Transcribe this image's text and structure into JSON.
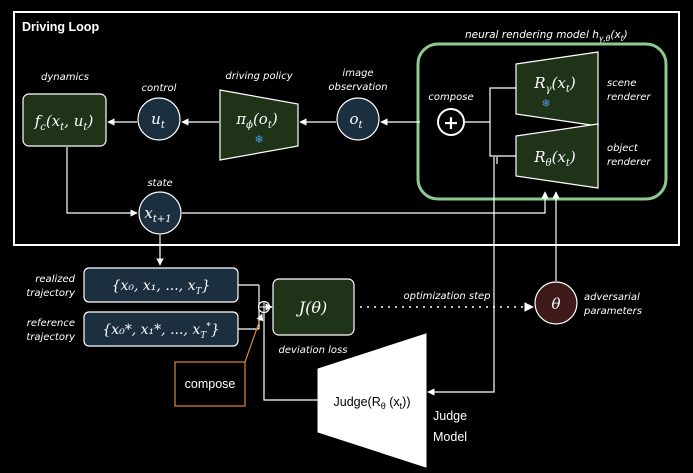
{
  "title": "Driving Loop",
  "nrm_title": "neural rendering model h",
  "nrm_sub": "γ,θ",
  "nrm_arg": "(x",
  "nrm_arg_sub": "t",
  "nrm_arg_close": ")",
  "labels": {
    "dynamics": "dynamics",
    "control": "control",
    "driving_policy": "driving policy",
    "image_obs_1": "image",
    "image_obs_2": "observation",
    "compose_top": "compose",
    "scene_renderer_1": "scene",
    "scene_renderer_2": "renderer",
    "object_renderer_1": "object",
    "object_renderer_2": "renderer",
    "state": "state",
    "realized_1": "realized",
    "realized_2": "trajectory",
    "reference_1": "reference",
    "reference_2": "trajectory",
    "deviation_loss": "deviation loss",
    "optimization_step": "optimization step",
    "adversarial_1": "adversarial",
    "adversarial_2": "parameters",
    "compose_box": "compose",
    "judge_model_1": "Judge",
    "judge_model_2": "Model"
  },
  "math": {
    "dynamics_f": "f",
    "dynamics_sub": "c",
    "dynamics_args": "(x",
    "dynamics_args_sub": "t",
    "dynamics_args_end": ", u",
    "dynamics_args_end_sub": "t",
    "dynamics_close": ")",
    "u": "u",
    "u_sub": "t",
    "pi": "π",
    "pi_sub": "ϕ",
    "pi_arg": "(o",
    "pi_arg_sub": "t",
    "pi_close": ")",
    "o": "o",
    "o_sub": "t",
    "plus": "+",
    "R_scene": "R",
    "R_scene_sub": "γ",
    "R_scene_arg": "(x",
    "R_scene_arg_sub": "t",
    "R_scene_close": ")",
    "R_obj": "R",
    "R_obj_sub": "θ",
    "R_obj_arg": "(x",
    "R_obj_arg_sub": "t",
    "R_obj_close": ")",
    "x_next": "x",
    "x_next_sub": "t+1",
    "realized_traj": "{x₀, x₁, ..., x",
    "realized_traj_sub": "T",
    "realized_traj_close": "}",
    "reference_traj": "{x₀*, x₁*, ..., x",
    "reference_traj_sub": "T",
    "reference_traj_sup": "*",
    "reference_traj_close": "}",
    "J": "J(θ)",
    "theta": "θ",
    "judge": "Judge(R",
    "judge_sub": "θ",
    "judge_arg": " (x",
    "judge_arg_sub": "t",
    "judge_close": "))",
    "frozen_icon": "❄"
  },
  "colors": {
    "bg": "#000000",
    "module_fill": "#1f3318",
    "node_fill": "#1b2f3f",
    "theta_fill": "#3e1a1a",
    "nrm_border": "#8fc98f",
    "compose_box_border": "#d9883a",
    "snowflake": "#4a9be8"
  }
}
